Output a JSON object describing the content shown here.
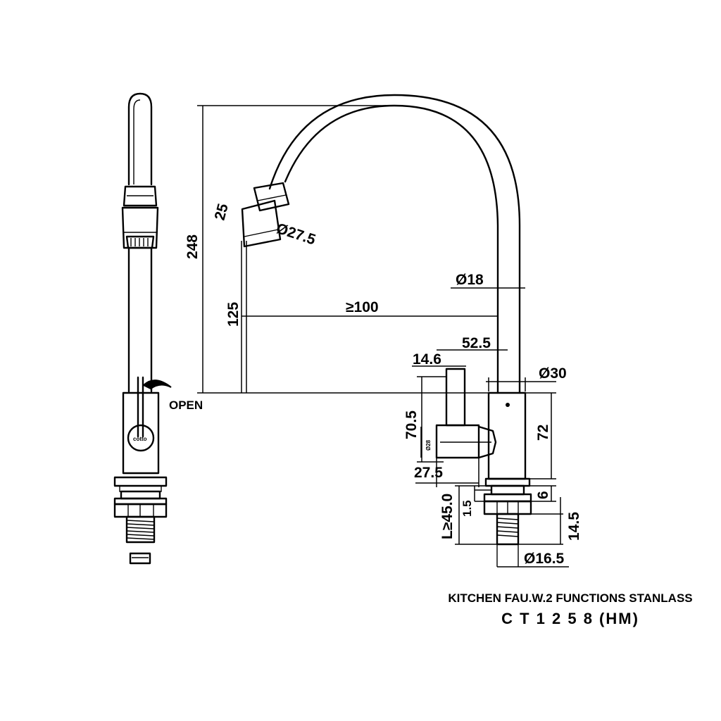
{
  "labels": {
    "open": "OPEN",
    "brand": "cotto"
  },
  "dimensions": {
    "height_total": "248",
    "aerator_length": "25",
    "aerator_diameter": "Ø27.5",
    "spout_height": "125",
    "reach": "≥100",
    "tube_diameter": "Ø18",
    "body_offset": "52.5",
    "lever_width": "14.6",
    "body_diameter": "Ø30",
    "lever_height": "70.5",
    "body_height": "72",
    "lever_diameter": "Ø28",
    "lever_depth": "27.5",
    "flange": "6",
    "thread_length": "L≥45.0",
    "washer": "1.5",
    "nut": "14.5",
    "thread_diameter": "Ø16.5"
  },
  "title": {
    "line1": "KITCHEN FAU.W.2 FUNCTIONS STANLASS",
    "line2": "C T 1 2 5 8 (HM)"
  }
}
